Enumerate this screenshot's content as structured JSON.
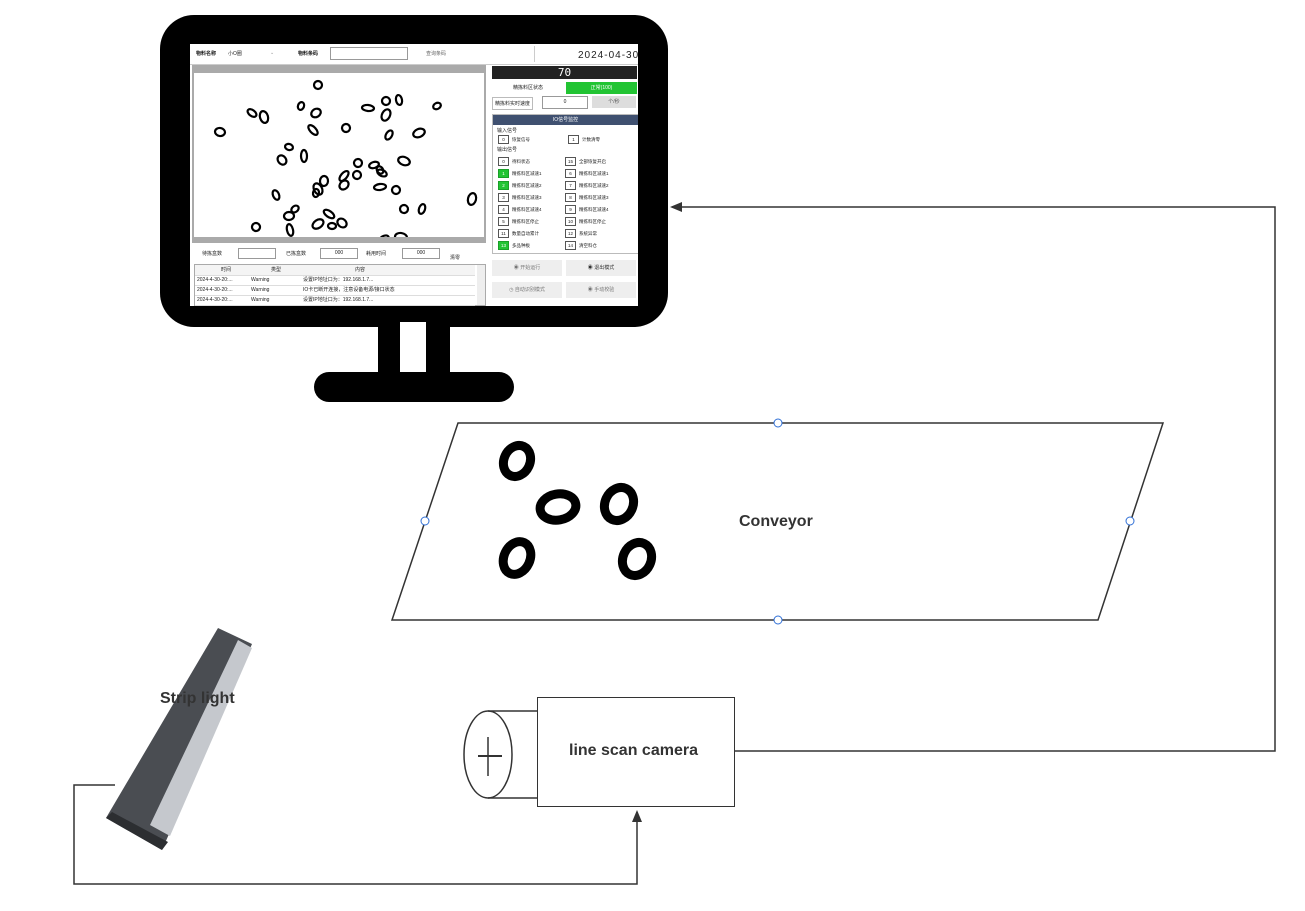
{
  "screen": {
    "material_name_label": "物料名称",
    "material_name_value": "小O圈",
    "material_code_label": "物料条码",
    "material_code_value": "",
    "query_label": "查询条码",
    "date": "2024-04-30",
    "count_display": "70",
    "sort_status_label": "精拣料区状态",
    "sort_status_value": "正常(100)",
    "realtime_speed_label": "精拣料实时速度",
    "realtime_speed_value": "0",
    "realtime_speed_unit": "个/秒",
    "io_panel_title": "IO信号监控",
    "input_section_label": "输入信号",
    "inputs": [
      {
        "num": "0",
        "label": "恢复信号",
        "on": false
      },
      {
        "num": "1",
        "label": "计数清零",
        "on": false
      }
    ],
    "output_section_label": "输出信号",
    "outputs_left": [
      {
        "num": "0",
        "label": "待料状态",
        "on": false
      },
      {
        "num": "1",
        "label": "精拣料区减速1",
        "on": true
      },
      {
        "num": "2",
        "label": "精拣料区减速2",
        "on": true
      },
      {
        "num": "3",
        "label": "精拣料区减速3",
        "on": false
      },
      {
        "num": "4",
        "label": "精拣料区减速4",
        "on": false
      },
      {
        "num": "5",
        "label": "精拣料区停止",
        "on": false
      },
      {
        "num": "11",
        "label": "数量自动累计",
        "on": false
      },
      {
        "num": "13",
        "label": "多品种板",
        "on": true
      }
    ],
    "outputs_right": [
      {
        "num": "15",
        "label": "全部恢复开启",
        "on": false
      },
      {
        "num": "6",
        "label": "精拣料区减速1",
        "on": false
      },
      {
        "num": "7",
        "label": "精拣料区减速2",
        "on": false
      },
      {
        "num": "8",
        "label": "精拣料区减速3",
        "on": false
      },
      {
        "num": "9",
        "label": "精拣料区减速4",
        "on": false
      },
      {
        "num": "10",
        "label": "精拣料区停止",
        "on": false
      },
      {
        "num": "12",
        "label": "系统异常",
        "on": false
      },
      {
        "num": "14",
        "label": "清空料仓",
        "on": false
      }
    ],
    "controls": {
      "start": "开始运行",
      "exit_mode": "退出模式",
      "auto_mode": "自动识别模式",
      "manual_calibrate": "手动校验"
    },
    "stats": {
      "pending_label": "待拣盒数",
      "pending_value": "",
      "finished_label": "已拣盒数",
      "finished_value": "000",
      "elapsed_label": "耗用时间",
      "elapsed_value": "000",
      "clear_label": "清零"
    },
    "log": {
      "headers": [
        "时间",
        "类型",
        "内容"
      ],
      "rows": [
        {
          "time": "2024-4-30-20:...",
          "type": "Warning",
          "content": "设置IP地址口为：192.168.1.7..."
        },
        {
          "time": "2024-4-30-20:...",
          "type": "Warning",
          "content": "IO卡已断开连接，注意设备电源/接口状态"
        },
        {
          "time": "2024-4-30-20:...",
          "type": "Warning",
          "content": "设置IP地址口为：192.168.1.7..."
        }
      ]
    }
  },
  "diagram": {
    "conveyor_label": "Conveyor",
    "strip_light_label": "Strip light",
    "camera_label": "line scan camera",
    "line_color": "#333333",
    "monitor_color": "#000000",
    "status_green": "#22c433",
    "light_body_color": "#4a4d52",
    "light_lens_color": "#c5c8cd",
    "handle_color": "#2f6fd6"
  }
}
